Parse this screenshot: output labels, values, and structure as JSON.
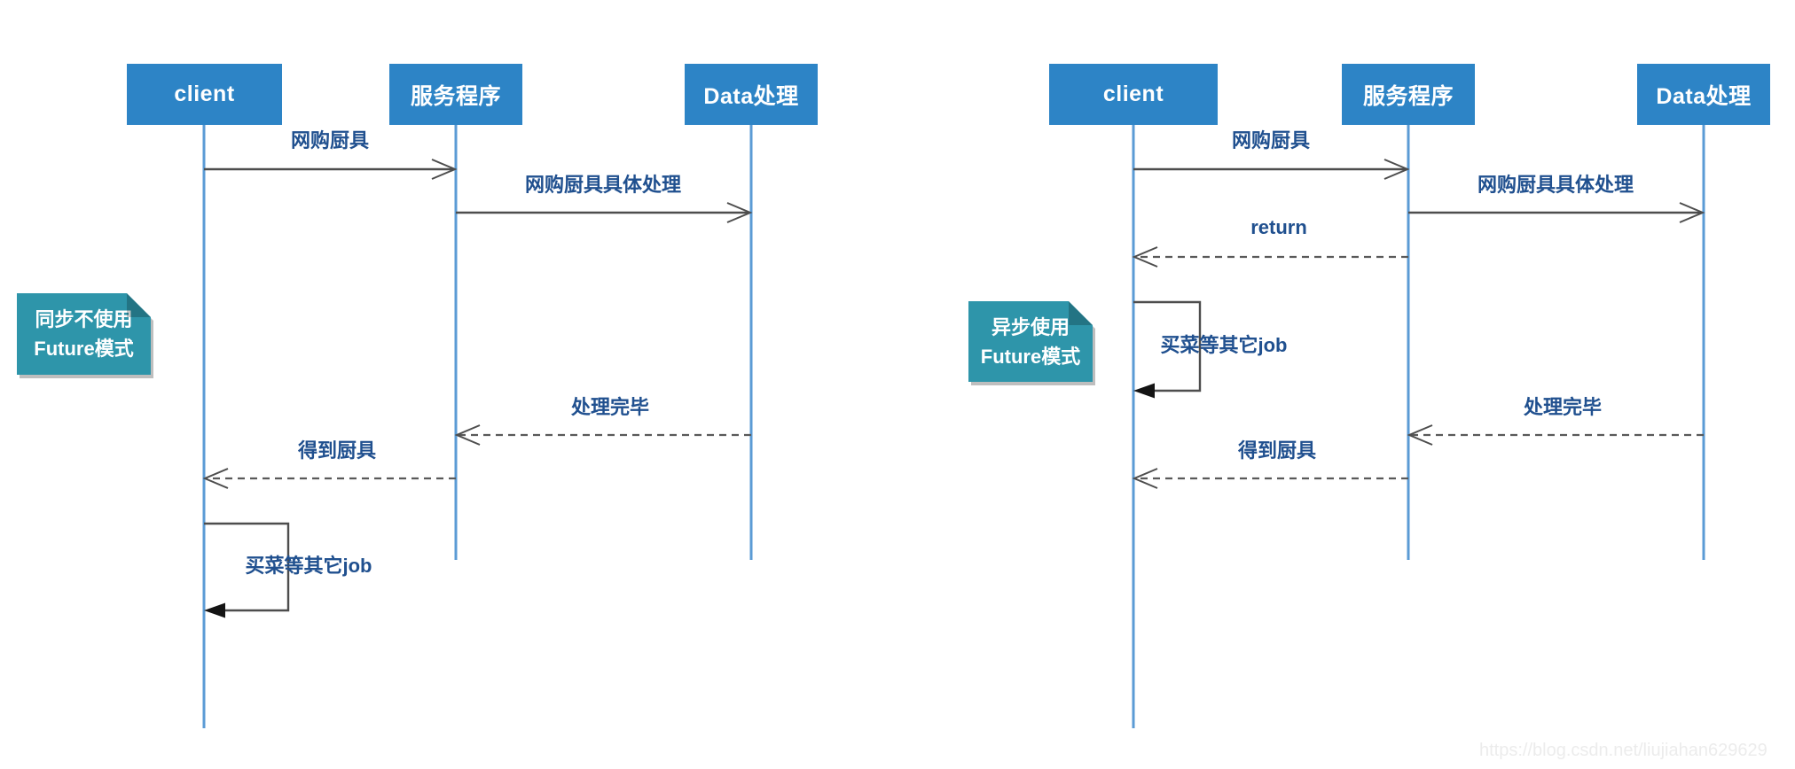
{
  "watermark": "https://blog.csdn.net/liujiahan629629",
  "colors": {
    "actor_fill": "#2d84c6",
    "actor_text": "#ffffff",
    "note_fill": "#2e95aa",
    "lifeline": "#5b9bd5",
    "solid_line": "#4d4d4d",
    "dashed_line": "#595959",
    "label_text": "#20508f",
    "watermark_color": "#ececec"
  },
  "diagrams": [
    {
      "name": "sync-without-future",
      "note": {
        "line1": "同步不使用",
        "line2": "Future模式"
      },
      "actors": [
        {
          "label": "client"
        },
        {
          "label": "服务程序"
        },
        {
          "label": "Data处理"
        }
      ],
      "messages": [
        {
          "label": "网购厨具",
          "type": "solid",
          "from": "client",
          "to": "服务程序"
        },
        {
          "label": "网购厨具具体处理",
          "type": "solid",
          "from": "服务程序",
          "to": "Data处理"
        },
        {
          "label": "处理完毕",
          "type": "dashed-return",
          "from": "Data处理",
          "to": "服务程序"
        },
        {
          "label": "得到厨具",
          "type": "dashed-return",
          "from": "服务程序",
          "to": "client"
        },
        {
          "label": "买菜等其它job",
          "type": "self",
          "from": "client",
          "to": "client"
        }
      ]
    },
    {
      "name": "async-with-future",
      "note": {
        "line1": "异步使用",
        "line2": "Future模式"
      },
      "actors": [
        {
          "label": "client"
        },
        {
          "label": "服务程序"
        },
        {
          "label": "Data处理"
        }
      ],
      "messages": [
        {
          "label": "网购厨具",
          "type": "solid",
          "from": "client",
          "to": "服务程序"
        },
        {
          "label": "网购厨具具体处理",
          "type": "solid",
          "from": "服务程序",
          "to": "Data处理"
        },
        {
          "label": "return",
          "type": "dashed-return",
          "from": "服务程序",
          "to": "client"
        },
        {
          "label": "买菜等其它job",
          "type": "self",
          "from": "client",
          "to": "client"
        },
        {
          "label": "处理完毕",
          "type": "dashed-return",
          "from": "Data处理",
          "to": "服务程序"
        },
        {
          "label": "得到厨具",
          "type": "dashed-return",
          "from": "服务程序",
          "to": "client"
        }
      ]
    }
  ]
}
